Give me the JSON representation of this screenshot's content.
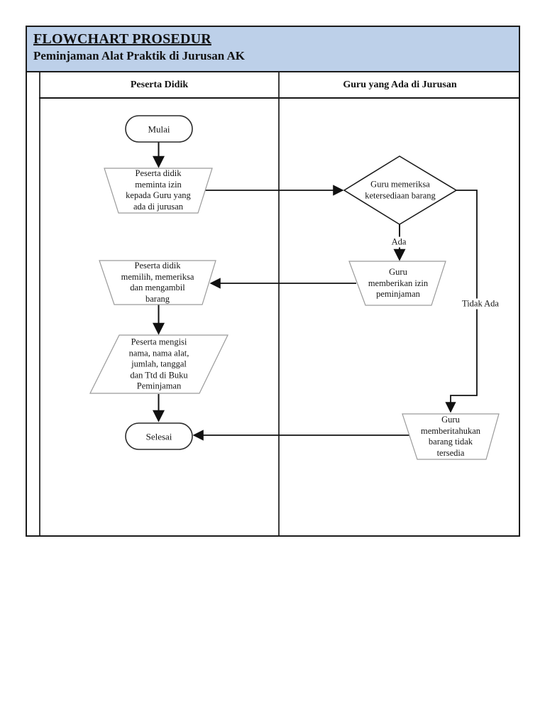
{
  "document": {
    "title": "FLOWCHART PROSEDUR",
    "subtitle": "Peminjaman Alat Praktik di Jurusan AK"
  },
  "lanes": {
    "left": "Peserta Didik",
    "right": "Guru yang Ada di Jurusan"
  },
  "nodes": {
    "start": {
      "shape": "terminator",
      "label": "Mulai"
    },
    "request": {
      "shape": "trapezoid",
      "label": "Peserta didik\nmeminta izin\nkepada Guru yang\nada di jurusan"
    },
    "check": {
      "shape": "decision",
      "label": "Guru memeriksa\nketersediaan barang"
    },
    "permit": {
      "shape": "trapezoid",
      "label": "Guru\nmemberikan izin\npeminjaman"
    },
    "take": {
      "shape": "trapezoid",
      "label": "Peserta didik\nmemilih, memeriksa\ndan mengambil\nbarang"
    },
    "fillbook": {
      "shape": "parallelogram",
      "label": "Peserta mengisi\nnama, nama alat,\njumlah, tanggal\ndan Ttd di Buku\nPeminjaman"
    },
    "end": {
      "shape": "terminator",
      "label": "Selesai"
    },
    "notify": {
      "shape": "trapezoid",
      "label": "Guru\nmemberitahukan\nbarang tidak\ntersedia"
    }
  },
  "edges": {
    "yes_label": "Ada",
    "no_label": "Tidak Ada"
  },
  "colors": {
    "band_bg": "#bdd0e9",
    "border": "#1b1b1b",
    "connector": "#111111",
    "light_shape_stroke": "#9a9a9a"
  }
}
